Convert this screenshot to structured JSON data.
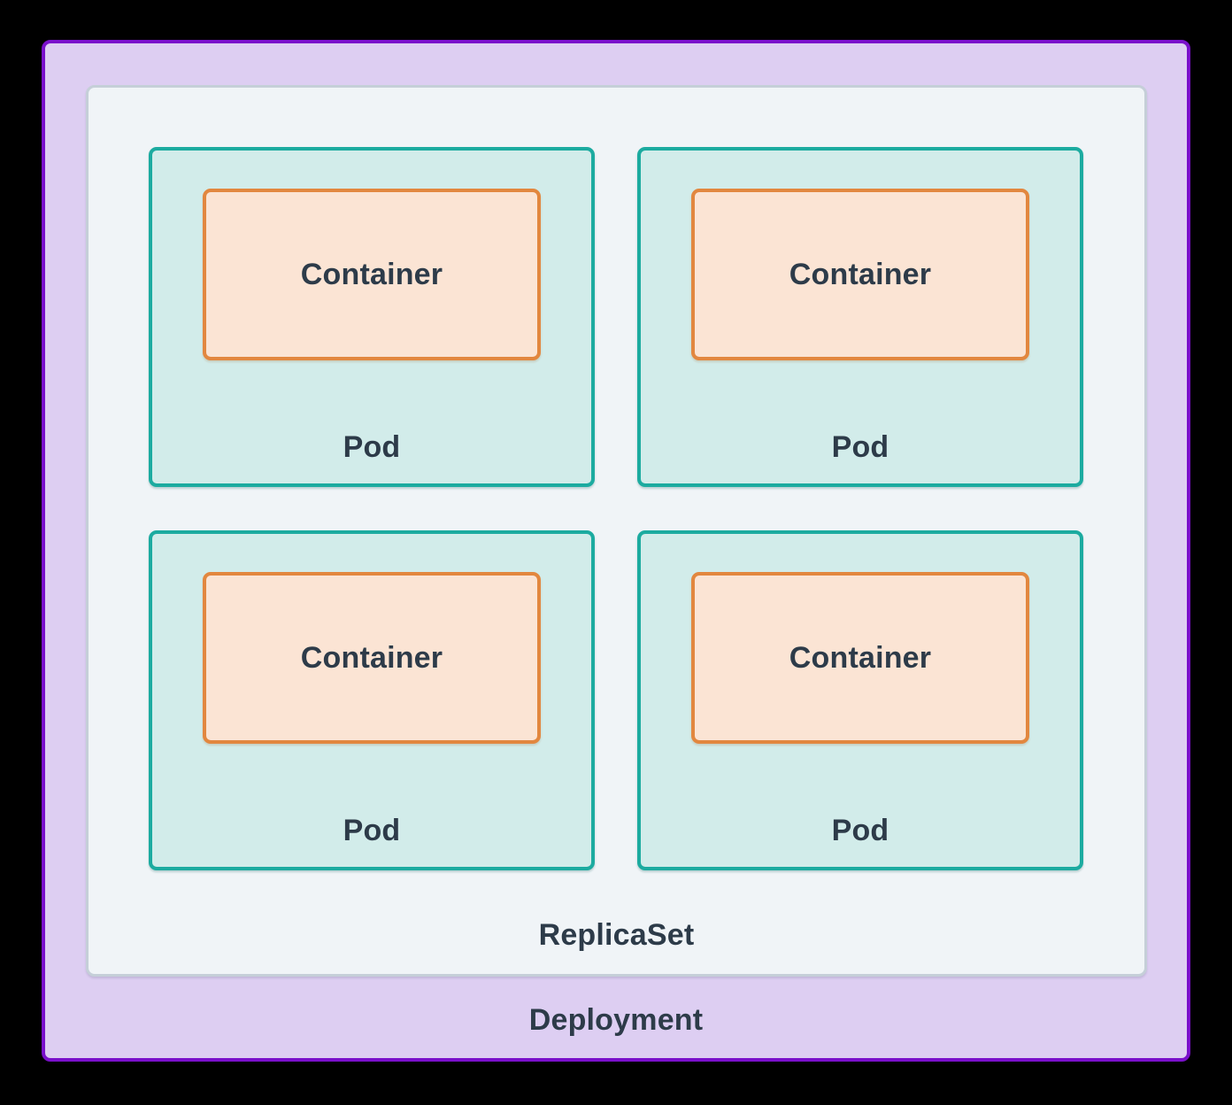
{
  "colors": {
    "background": "#000000",
    "deployment_border": "#7a10cb",
    "deployment_fill": "#ddcef2",
    "replicaset_border": "#c5cfd8",
    "replicaset_fill": "#f0f4f7",
    "pod_border": "#1caba0",
    "pod_fill": "#d2ecea",
    "container_border": "#e2873f",
    "container_fill": "#fbe4d4",
    "text": "#2d3b49"
  },
  "diagram": {
    "deployment_label": "Deployment",
    "replicaset_label": "ReplicaSet",
    "pods": [
      {
        "label": "Pod",
        "container_label": "Container"
      },
      {
        "label": "Pod",
        "container_label": "Container"
      },
      {
        "label": "Pod",
        "container_label": "Container"
      },
      {
        "label": "Pod",
        "container_label": "Container"
      }
    ]
  }
}
